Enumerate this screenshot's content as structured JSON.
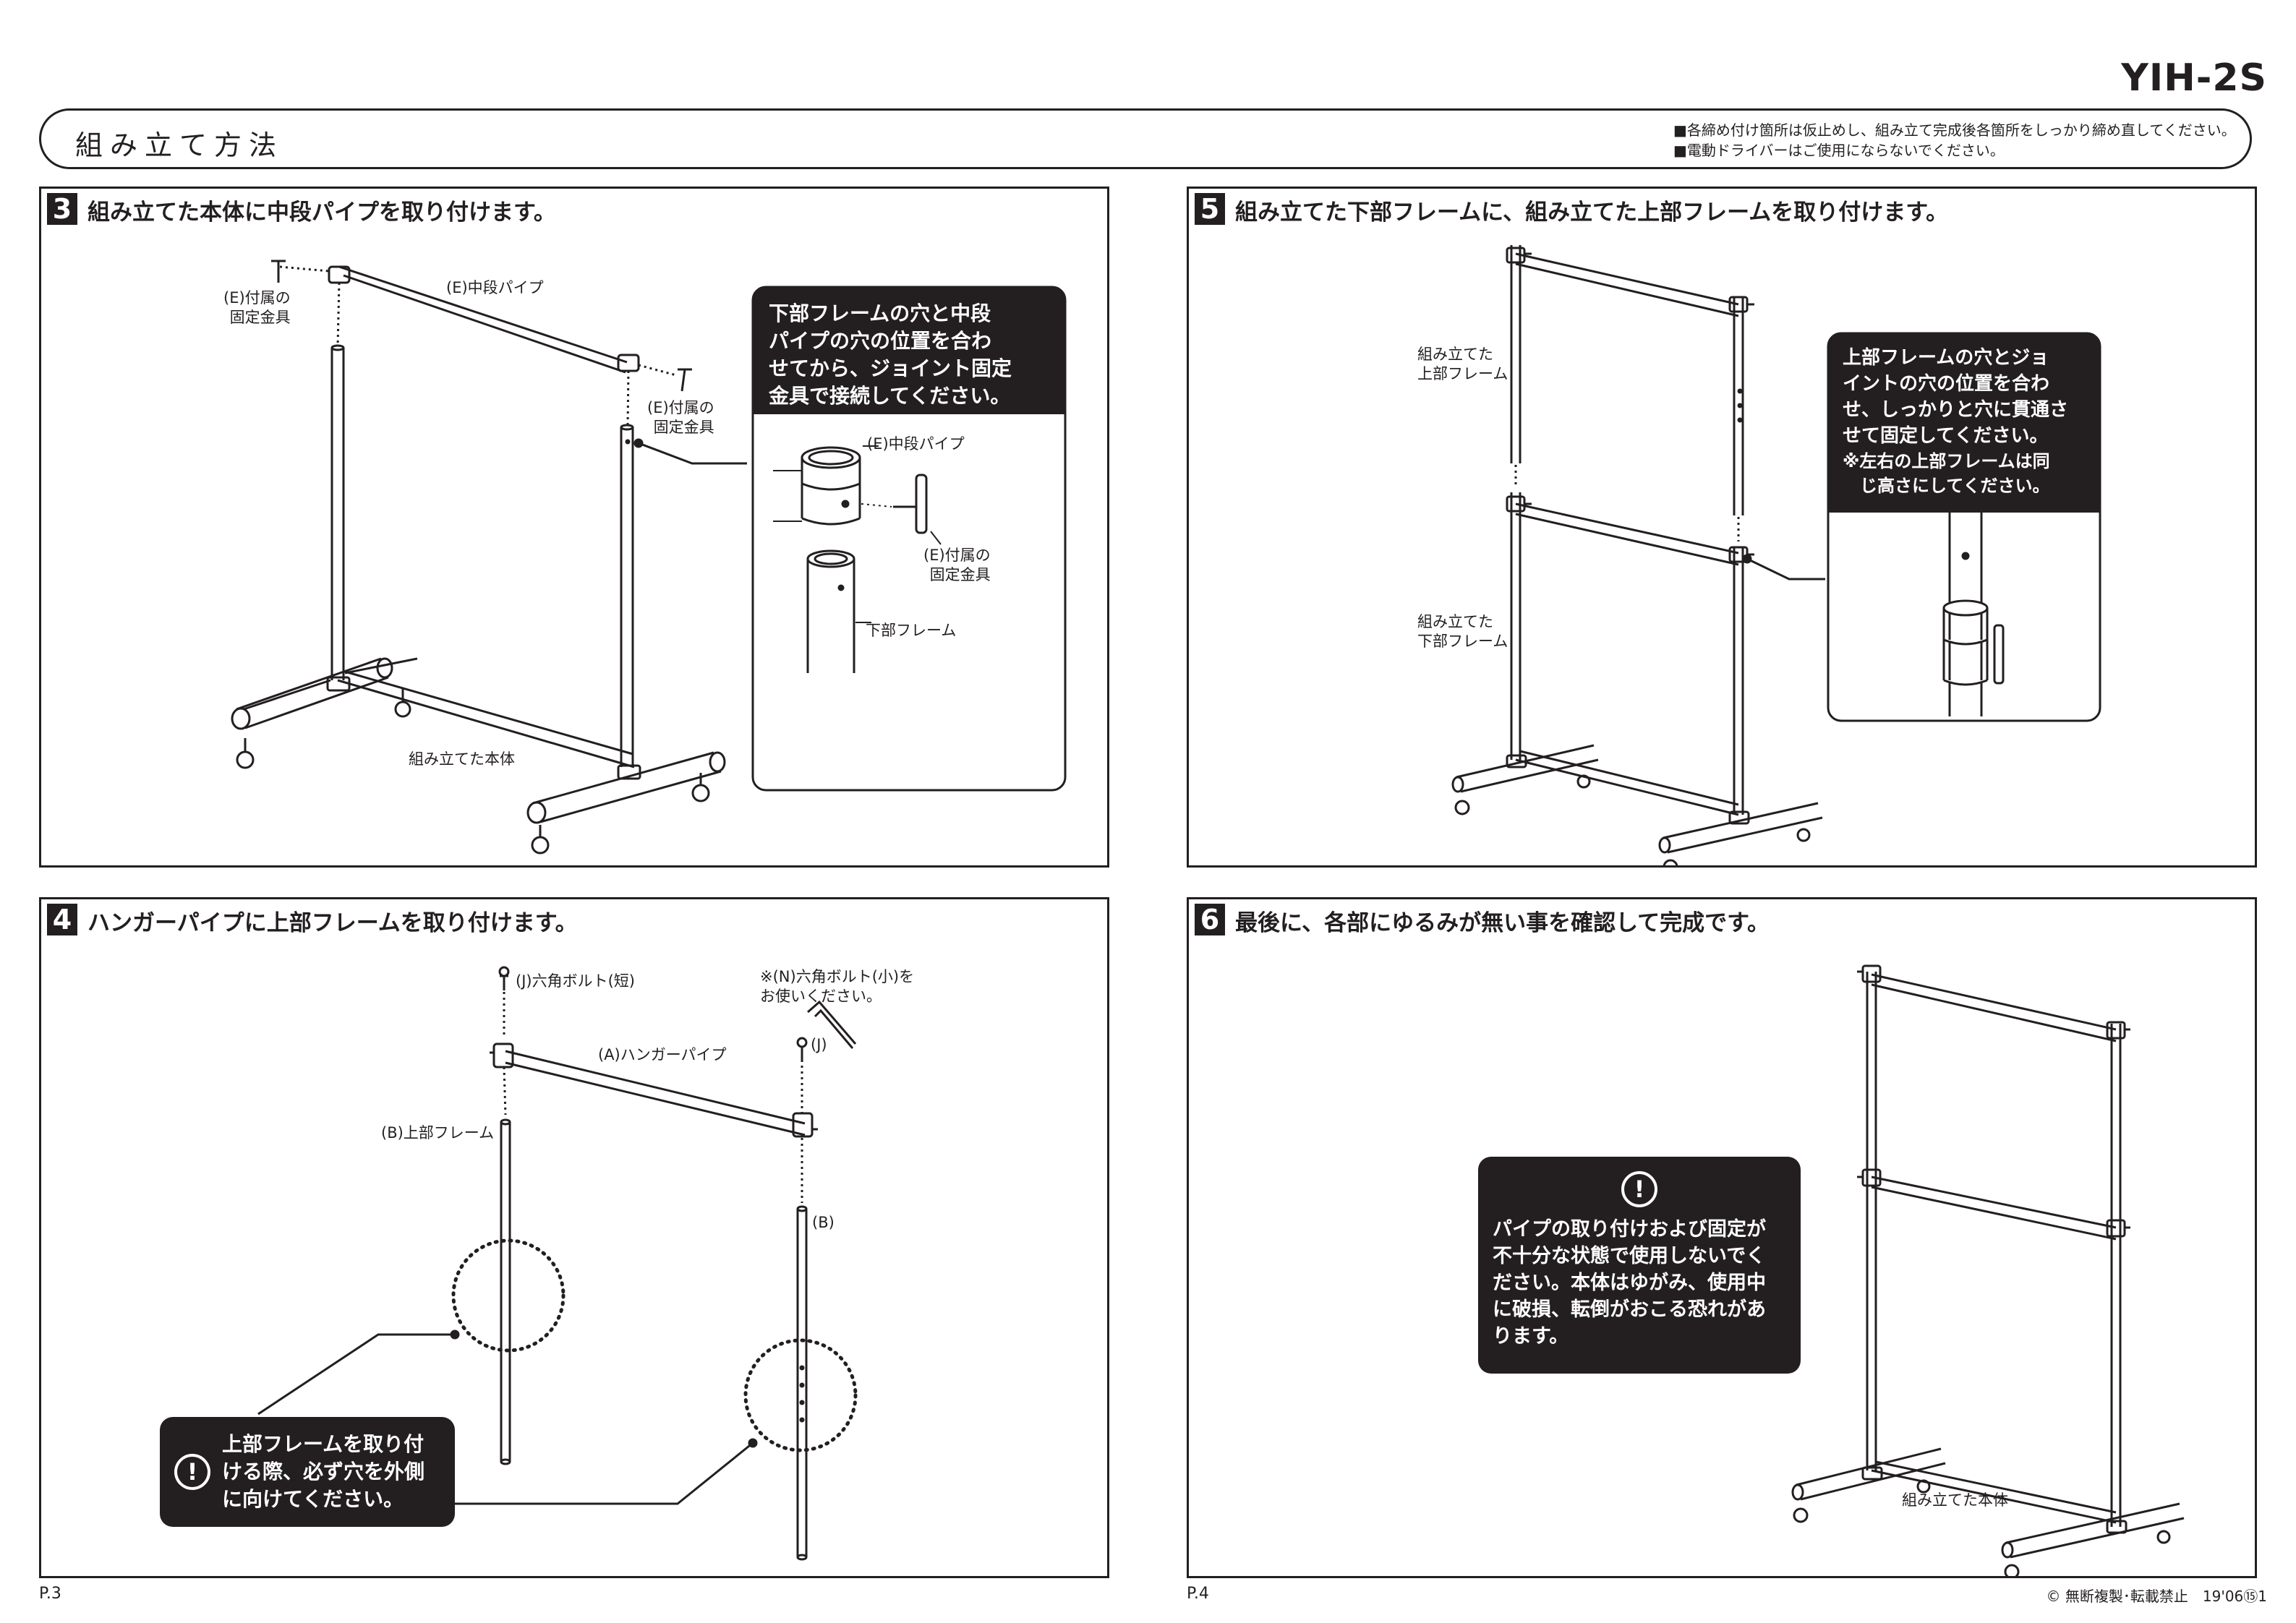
{
  "model": "YIH-2S",
  "header": {
    "title": "組み立て方法",
    "notes": [
      "■各締め付け箇所は仮止めし、組み立て完成後各箇所をしっかり締め直してください。",
      "■電動ドライバーはご使用にならないでください。"
    ]
  },
  "steps": {
    "s3": {
      "num": "3",
      "title": "組み立てた本体に中段パイプを取り付けます。",
      "labels": {
        "fitting_left": "(E)付属の\n固定金具",
        "middle_pipe": "(E)中段パイプ",
        "fitting_right": "(E)付属の\n固定金具",
        "body": "組み立てた本体"
      },
      "callout": "下部フレームの穴と中段\nパイプの穴の位置を合わ\nせてから、ジョイント固定\n金具で接続してください。",
      "detail": {
        "middle_pipe": "(E)中段パイプ",
        "fitting": "(E)付属の\n固定金具",
        "lower_frame": "下部フレーム"
      }
    },
    "s4": {
      "num": "4",
      "title": "ハンガーパイプに上部フレームを取り付けます。",
      "labels": {
        "bolt_short": "(J)六角ボルト(短)",
        "wrench_note": "※(N)六角ボルト(小)を\nお使いください。",
        "bolt_j": "(J)",
        "hanger_pipe": "(A)ハンガーパイプ",
        "upper_frame": "(B)上部フレーム",
        "upper_frame_b": "(B)"
      },
      "callout": "上部フレームを取り付\nける際、必ず穴を外側\nに向けてください。"
    },
    "s5": {
      "num": "5",
      "title": "組み立てた下部フレームに、組み立てた上部フレームを取り付けます。",
      "labels": {
        "upper": "組み立てた\n上部フレーム",
        "lower": "組み立てた\n下部フレーム"
      },
      "callout": "上部フレームの穴とジョ\nイントの穴の位置を合わ\nせ、しっかりと穴に貫通さ\nせて固定してください。",
      "callout_note": "※左右の上部フレームは同\n　じ高さにしてください。"
    },
    "s6": {
      "num": "6",
      "title": "最後に、各部にゆるみが無い事を確認して完成です。",
      "callout": "パイプの取り付けおよび固定が\n不十分な状態で使用しないでく\nださい。本体はゆがみ、使用中\nに破損、転倒がおこる恐れがあ\nります。",
      "body_label": "組み立てた本体"
    }
  },
  "footer": {
    "page_left": "P.3",
    "page_right": "P.4",
    "copyright": "© 無断複製･転載禁止　19'06⑮1"
  }
}
